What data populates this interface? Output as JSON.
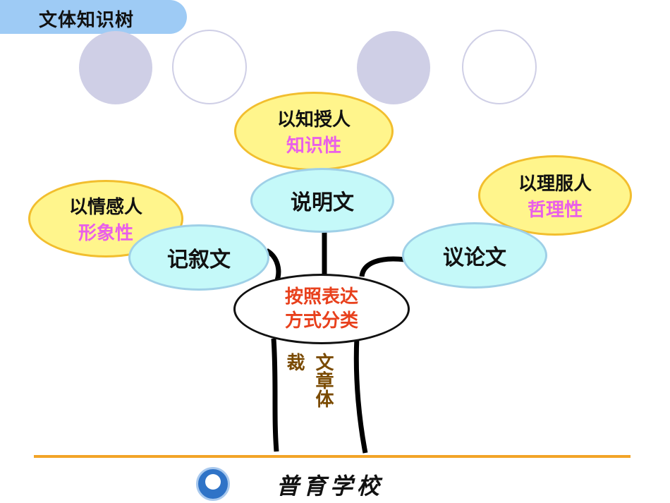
{
  "header": {
    "title": "文体知识树"
  },
  "nodes": {
    "expository_top": {
      "line1": "以知授人",
      "line2": "知识性"
    },
    "narrative_top": {
      "line1": "以情感人",
      "line2": "形象性"
    },
    "argumentative_top": {
      "line1": "以理服人",
      "line2": "哲理性"
    },
    "narrative": "记叙文",
    "expository": "说明文",
    "argumentative": "议论文",
    "center": {
      "line1": "按照表达",
      "line2": "方式分类"
    }
  },
  "trunk": {
    "left": "裁",
    "right": "文章体"
  },
  "footer": {
    "school_name": "普育学校"
  },
  "colors": {
    "header_bg": "#9ecbf5",
    "yellow": "#fff58c",
    "cyan": "#c5f9f9",
    "pink": "#e95fe9",
    "red": "#e8401c",
    "brown": "#7a4a00",
    "ground": "#f2a427"
  }
}
